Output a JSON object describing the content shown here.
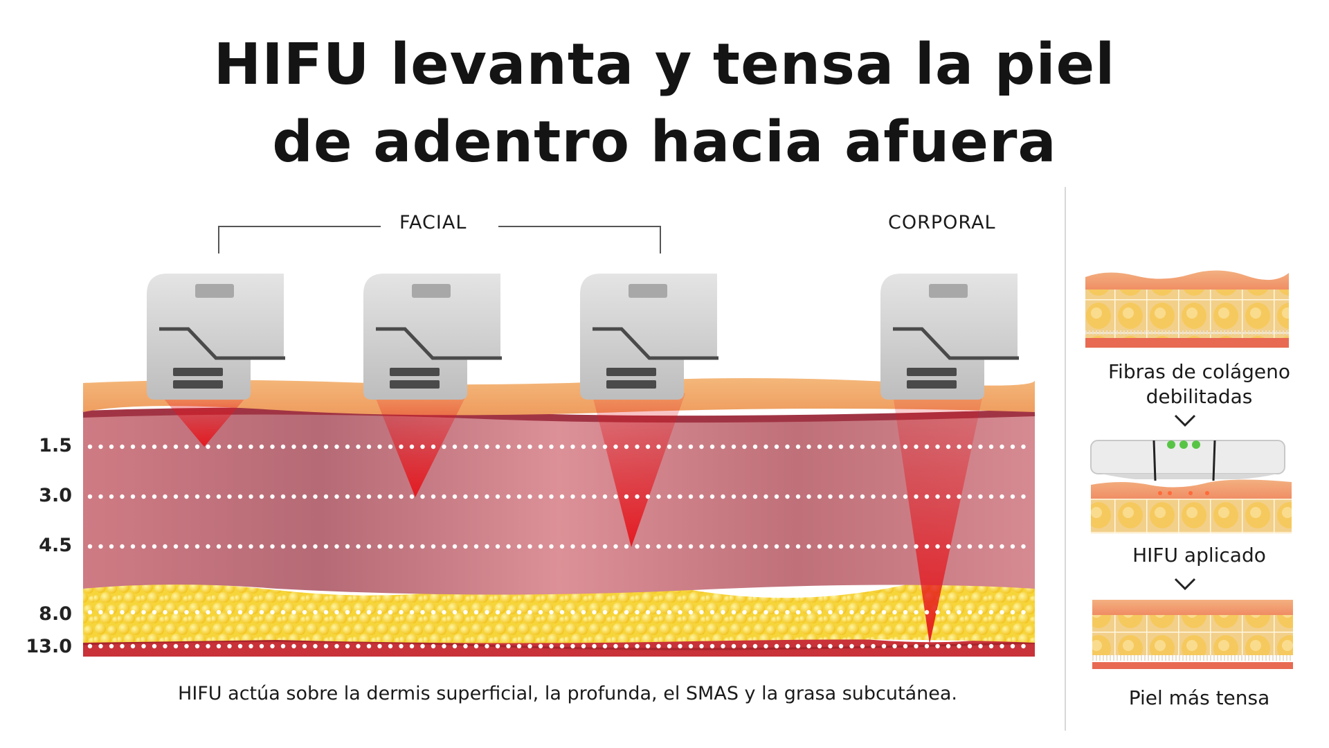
{
  "title": {
    "line1": "HIFU levanta y tensa la piel",
    "line2": "de adentro hacia afuera"
  },
  "groups": {
    "facial": "FACIAL",
    "corporal": "CORPORAL"
  },
  "depth_labels": [
    "1.5",
    "3.0",
    "4.5",
    "8.0",
    "13.0"
  ],
  "caption": "HIFU actúa sobre la dermis superficial, la profunda, el SMAS y la grasa subcutánea.",
  "steps": [
    {
      "label": "Fibras de colágeno debilitadas"
    },
    {
      "label": "HIFU aplicado"
    },
    {
      "label": "Piel más tensa"
    }
  ],
  "colors": {
    "epidermis": "#f2a86a",
    "dermis": "#d9858c",
    "fat": "#f5d22a",
    "muscle": "#c83238",
    "beam": "#e5151c",
    "transducer": "#cfcfcf",
    "indicator_dots": "#58c446"
  },
  "icons": [
    "transducer-icon",
    "chevron-down-icon"
  ]
}
